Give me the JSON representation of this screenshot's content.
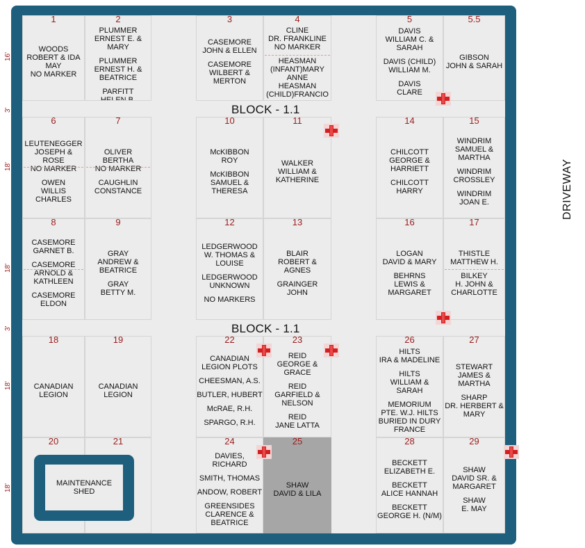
{
  "title": "BLOCK - 1.1",
  "block_labels": [
    "BLOCK - 1.1",
    "BLOCK - 1.1"
  ],
  "side_label": "DRIVEWAY",
  "row_dimensions": [
    "16'",
    "3'",
    "18'",
    "18'",
    "3'",
    "18'",
    "18'"
  ],
  "maintenance_shed": [
    "MAINTENANCE",
    "SHED"
  ],
  "plots": [
    {
      "num": "1",
      "names": [
        "WOODS",
        "ROBERT & IDA MAY",
        "NO MARKER"
      ]
    },
    {
      "num": "2",
      "names": [
        "PLUMMER",
        "ERNEST E. & MARY",
        "PLUMMER",
        "ERNEST H. &",
        "BEATRICE",
        "PARFITT",
        "HELEN B."
      ]
    },
    {
      "num": "3",
      "names": [
        "CASEMORE",
        "JOHN & ELLEN",
        "CASEMORE",
        "WILBERT &",
        "MERTON"
      ]
    },
    {
      "num": "4",
      "names": [
        "CLINE",
        "DR. FRANKLINE",
        "NO MARKER",
        "HEASMAN",
        "(INFANT)MARY ANNE",
        "HEASMAN",
        "(CHILD)FRANCIO"
      ]
    },
    {
      "num": "5",
      "names": [
        "DAVIS",
        "WILLIAM C. &",
        "SARAH",
        "DAVIS (CHILD)",
        "WILLIAM M.",
        "DAVIS",
        "CLARE"
      ]
    },
    {
      "num": "5.5",
      "names": [
        "GIBSON",
        "JOHN & SARAH"
      ]
    },
    {
      "num": "6",
      "names": [
        "LEUTENEGGER",
        "JOSEPH & ROSE",
        "NO MARKER",
        "OWEN",
        "WILLIS CHARLES"
      ]
    },
    {
      "num": "7",
      "names": [
        "OLIVER",
        "BERTHA",
        "NO MARKER",
        "CAUGHLIN",
        "CONSTANCE"
      ]
    },
    {
      "num": "10",
      "names": [
        "McKIBBON",
        "ROY",
        "McKIBBON",
        "SAMUEL &",
        "THERESA"
      ]
    },
    {
      "num": "11",
      "names": [
        "WALKER",
        "WILLIAM &",
        "KATHERINE"
      ]
    },
    {
      "num": "14",
      "names": [
        "CHILCOTT",
        "GEORGE &",
        "HARRIETT",
        "CHILCOTT",
        "HARRY"
      ]
    },
    {
      "num": "15",
      "names": [
        "WINDRIM",
        "SAMUEL & MARTHA",
        "WINDRIM",
        "CROSSLEY",
        "WINDRIM",
        "JOAN E."
      ]
    },
    {
      "num": "8",
      "names": [
        "CASEMORE",
        "GARNET B.",
        "CASEMORE",
        "ARNOLD &",
        "KATHLEEN",
        "CASEMORE",
        "ELDON"
      ]
    },
    {
      "num": "9",
      "names": [
        "GRAY",
        "ANDREW &",
        "BEATRICE",
        "GRAY",
        "BETTY M."
      ]
    },
    {
      "num": "12",
      "names": [
        "LEDGERWOOD",
        "W. THOMAS &",
        "LOUISE",
        "LEDGERWOOD",
        "UNKNOWN",
        "NO MARKERS"
      ]
    },
    {
      "num": "13",
      "names": [
        "BLAIR",
        "ROBERT & AGNES",
        "GRAINGER",
        "JOHN"
      ]
    },
    {
      "num": "16",
      "names": [
        "LOGAN",
        "DAVID & MARY",
        "BEHRNS",
        "LEWIS &",
        "MARGARET"
      ]
    },
    {
      "num": "17",
      "names": [
        "THISTLE",
        "MATTHEW H.",
        "BILKEY",
        "H. JOHN &",
        "CHARLOTTE"
      ]
    },
    {
      "num": "18",
      "names": [
        "CANADIAN",
        "LEGION"
      ]
    },
    {
      "num": "19",
      "names": [
        "CANADIAN",
        "LEGION"
      ]
    },
    {
      "num": "22",
      "names": [
        "CANADIAN",
        "LEGION PLOTS",
        "CHEESMAN, A.S.",
        "BUTLER, HUBERT",
        "McRAE, R.H.",
        "SPARGO, R.H."
      ]
    },
    {
      "num": "23",
      "names": [
        "REID",
        "GEORGE & GRACE",
        "REID",
        "GARFIELD &",
        "NELSON",
        "REID",
        "JANE LATTA"
      ]
    },
    {
      "num": "26",
      "names": [
        "HILTS",
        "IRA & MADELINE",
        "HILTS",
        "WILLIAM & SARAH",
        "MEMORIUM",
        "PTE. W.J. HILTS",
        "BURIED IN DURY",
        "FRANCE"
      ]
    },
    {
      "num": "27",
      "names": [
        "STEWART",
        "JAMES & MARTHA",
        "SHARP",
        "DR. HERBERT &",
        "MARY"
      ]
    },
    {
      "num": "20",
      "names": []
    },
    {
      "num": "21",
      "names": []
    },
    {
      "num": "24",
      "names": [
        "DAVIES, RICHARD",
        "SMITH, THOMAS",
        "ANDOW, ROBERT",
        "GREENSIDES",
        "CLARENCE &",
        "BEATRICE"
      ]
    },
    {
      "num": "25",
      "names": [
        "SHAW",
        "DAVID & LILA"
      ]
    },
    {
      "num": "28",
      "names": [
        "BECKETT",
        "ELIZABETH E.",
        "BECKETT",
        "ALICE HANNAH",
        "BECKETT",
        "GEORGE H. (N/M)"
      ]
    },
    {
      "num": "29",
      "names": [
        "SHAW",
        "DAVID SR. &",
        "MARGARET",
        "SHAW",
        "E. MAY"
      ]
    }
  ]
}
